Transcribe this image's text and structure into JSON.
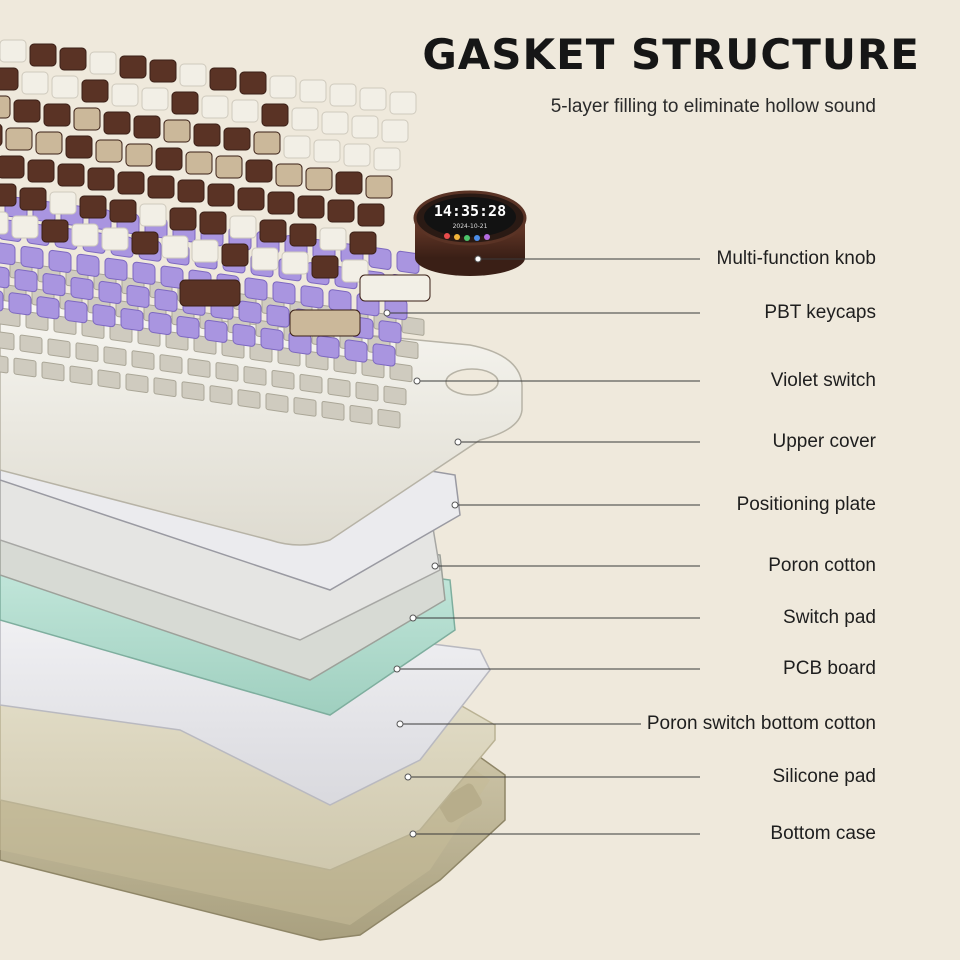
{
  "heading": {
    "title": "GASKET STRUCTURE",
    "subtitle": "5-layer filling to eliminate hollow sound"
  },
  "knob": {
    "time": "14:35:28",
    "date": "2024-10-21"
  },
  "layers": [
    {
      "id": "knob",
      "label": "Multi-function knob"
    },
    {
      "id": "keycaps",
      "label": "PBT keycaps"
    },
    {
      "id": "switch",
      "label": "Violet switch"
    },
    {
      "id": "upper-cover",
      "label": "Upper cover"
    },
    {
      "id": "positioning-plate",
      "label": "Positioning plate"
    },
    {
      "id": "poron-cotton",
      "label": "Poron cotton"
    },
    {
      "id": "switch-pad",
      "label": "Switch pad"
    },
    {
      "id": "pcb",
      "label": "PCB board"
    },
    {
      "id": "poron-bottom",
      "label": "Poron switch bottom cotton"
    },
    {
      "id": "silicone-pad",
      "label": "Silicone pad"
    },
    {
      "id": "bottom-case",
      "label": "Bottom case"
    }
  ],
  "colors": {
    "background": "#efe9dc",
    "chocolate": "#5a3325",
    "cream": "#f2efe6",
    "violet": "#9b86d8",
    "mint": "#bfe3d6",
    "bottom_case": "#c9bfa0"
  }
}
